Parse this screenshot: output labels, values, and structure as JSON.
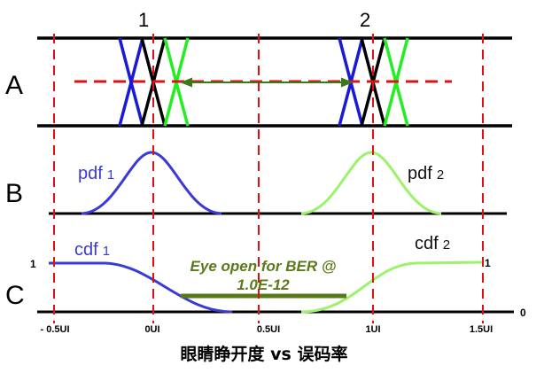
{
  "diagram": {
    "row_labels": [
      "A",
      "B",
      "C"
    ],
    "crossing_labels": [
      "1",
      "2"
    ],
    "pdf_labels": [
      {
        "name": "pdf",
        "sub": "1",
        "color": "#3a3ad6"
      },
      {
        "name": "pdf",
        "sub": "2",
        "color": "#111111"
      }
    ],
    "cdf_labels": [
      {
        "name": "cdf",
        "sub": "1",
        "color": "#3a3ad6"
      },
      {
        "name": "cdf",
        "sub": "2",
        "color": "#111111"
      }
    ],
    "cdf_values": {
      "left_one": "1",
      "right_one": "1",
      "zero": "0"
    },
    "eye_text": [
      "Eye open for BER @",
      "1.0E-12"
    ],
    "ticks": [
      "- 0.5UI",
      "0UI",
      "0.5UI",
      "1UI",
      "1.5UI"
    ],
    "x_axis_title": "眼睛睁开度 vs 误码率",
    "colors": {
      "blue": "#1a1ad4",
      "green": "#22ee22",
      "black": "#000000",
      "red": "#dd1111",
      "pdf1": "#3a3ad6",
      "pdf2": "#9cf26a",
      "eye": "#5a7a1a",
      "arrow": "#3a7a1a"
    }
  }
}
